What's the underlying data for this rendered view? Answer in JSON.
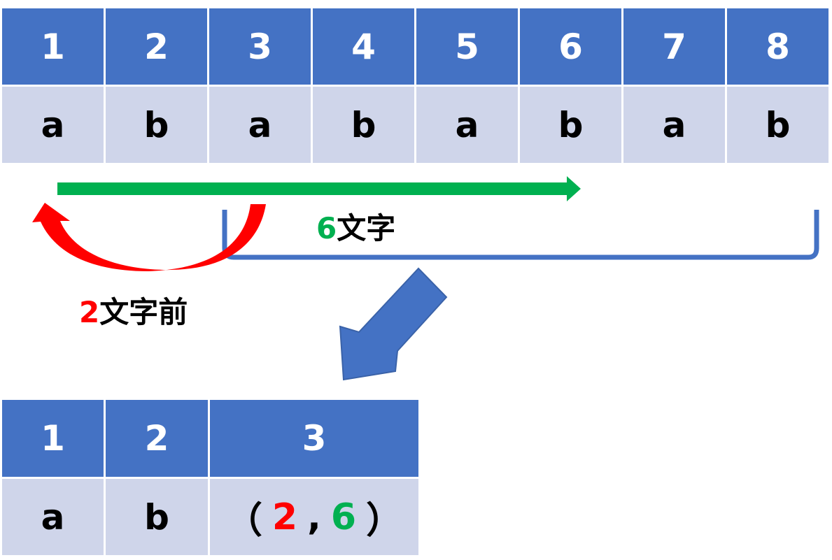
{
  "top_table": {
    "positions": [
      "1",
      "2",
      "3",
      "4",
      "5",
      "6",
      "7",
      "8"
    ],
    "chars": [
      "a",
      "b",
      "a",
      "b",
      "a",
      "b",
      "a",
      "b"
    ]
  },
  "annotations": {
    "length_num": "6",
    "length_suffix": "文字",
    "offset_num": "2",
    "offset_suffix": "文字前"
  },
  "bottom_table": {
    "positions": [
      "1",
      "2",
      "3"
    ],
    "cells": [
      "a",
      "b"
    ],
    "pair": {
      "open": "（",
      "offset": "2",
      "sep": ",",
      "length": "6",
      "close": "）"
    }
  },
  "colors": {
    "header": "#4472c4",
    "cell": "#cfd5ea",
    "length_arrow": "#00b050",
    "offset_arrow": "#ff0000",
    "bracket": "#4472c4"
  }
}
